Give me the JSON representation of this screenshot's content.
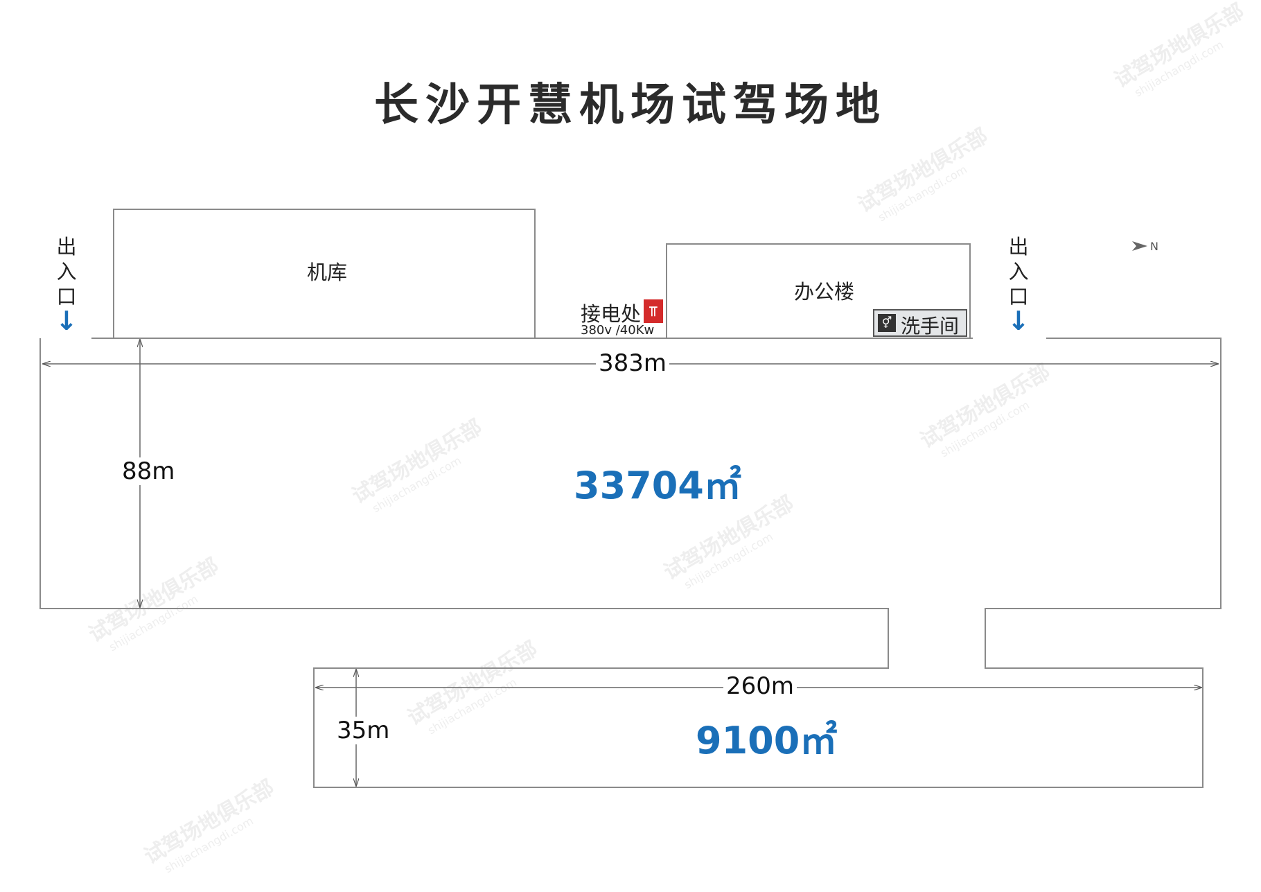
{
  "title": "长沙开慧机场试驾场地",
  "buildings": {
    "hangar": "机库",
    "office": "办公楼",
    "restroom": "洗手间"
  },
  "power": {
    "label": "接电处",
    "spec": "380v /40Kw"
  },
  "entrances": {
    "left": [
      "出",
      "入",
      "口"
    ],
    "right": [
      "出",
      "入",
      "口"
    ]
  },
  "dimensions": {
    "main_length": "383m",
    "main_width": "88m",
    "lower_length": "260m",
    "lower_width": "35m"
  },
  "areas": {
    "main": "33704㎡",
    "lower": "9100㎡"
  },
  "compass_label": "N",
  "watermark": {
    "text": "试驾场地俱乐部",
    "url": "shijiachangdi.com"
  },
  "colors": {
    "accent_blue": "#1a6fb8",
    "power_red": "#d42b2b",
    "outline_gray": "#8a8a8a"
  }
}
